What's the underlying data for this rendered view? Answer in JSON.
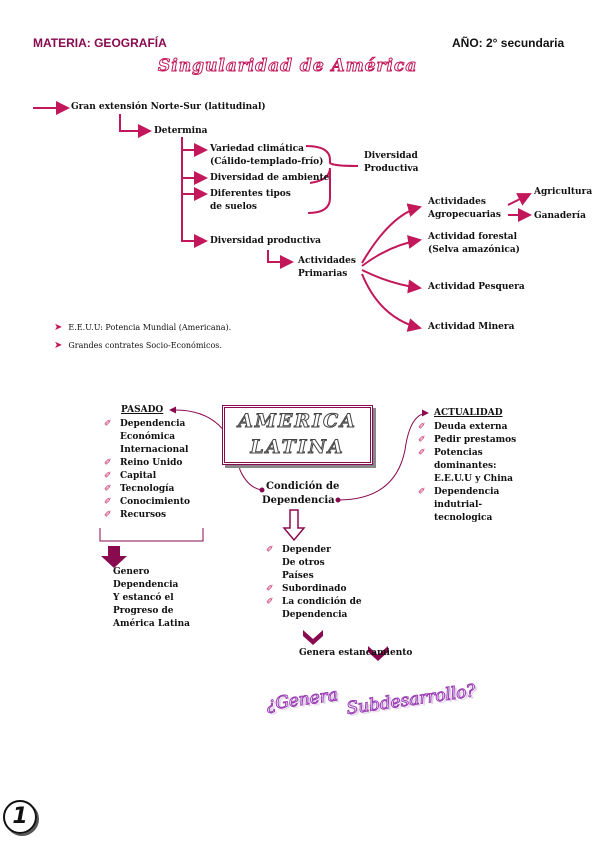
{
  "header": {
    "subject": "MATERIA: GEOGRAFÍA",
    "year": "AÑO: 2° secundaria"
  },
  "title": "Singularidad de América",
  "map1": {
    "root": "Gran extensión Norte-Sur (latitudinal)",
    "determina": "Determina",
    "var_clim_1": "Variedad climática",
    "var_clim_2": "(Cálido-templado-frío)",
    "div_amb": "Diversidad de ambiente",
    "dif_suelos_1": "Diferentes tipos",
    "dif_suelos_2": "de suelos",
    "div_prod_group_1": "Diversidad",
    "div_prod_group_2": "Productiva",
    "div_productiva": "Diversidad productiva",
    "act_prim_1": "Actividades",
    "act_prim_2": "Primarias",
    "agro_1": "Actividades",
    "agro_2": "Agropecuarias",
    "agricultura": "Agricultura",
    "ganaderia": "Ganadería",
    "forestal_1": "Actividad forestal",
    "forestal_2": "(Selva amazónica)",
    "pesquera": "Actividad Pesquera",
    "minera": "Actividad Minera"
  },
  "notes": [
    "E.E.U.U: Potencia Mundial (Americana).",
    "Grandes contrates Socio-Económicos."
  ],
  "map2": {
    "center_1": "AMERICA",
    "center_2": "LATINA",
    "pasado_title": "PASADO",
    "pasado_items": [
      "Dependencia Económica Internacional",
      "Reino Unido",
      "Capital",
      "Tecnología",
      "Conocimiento",
      "Recursos"
    ],
    "pasado_result": [
      "Genero",
      "Dependencia",
      "Y estancó el",
      "Progreso de",
      "América Latina"
    ],
    "actualidad_title": "ACTUALIDAD",
    "actualidad_items": [
      "Deuda externa",
      "Pedir prestamos",
      "Potencias dominantes: E.E.U.U y China",
      "Dependencia indutrial-tecnologica"
    ],
    "condicion_1": "Condición de",
    "condicion_2": "Dependencia",
    "condicion_items": [
      "Depender De otros Países",
      "Subordinado",
      "La condición de Dependencia"
    ],
    "genera_estancamiento": "Genera estancamiento",
    "genera_q_1": "¿Genera",
    "genera_q_2": "Subdesarrollo?"
  },
  "page_number": "1",
  "colors": {
    "accent": "#c2185b",
    "dark_accent": "#8a0a50",
    "purple": "#9b3fb5"
  }
}
